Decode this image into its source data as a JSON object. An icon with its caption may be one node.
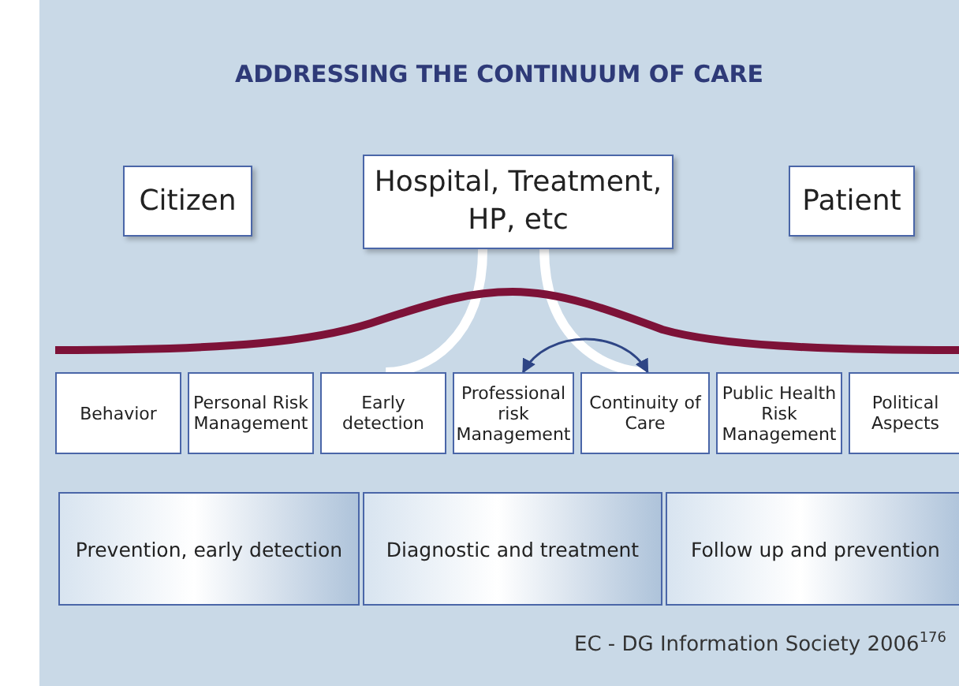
{
  "diagram": {
    "title": "ADDRESSING THE CONTINUUM OF CARE",
    "caption": "EC - DG Information Society 2006$^{176}$",
    "nodes": [
      {
        "text": [
          "Citizen"
        ]
      },
      {
        "text": [
          "Hospital, Treatment, HP, etc"
        ]
      },
      {
        "text": [
          "Patient"
        ]
      },
      {
        "text": [
          "Behavior"
        ]
      },
      {
        "text": [
          "Personal Risk Management"
        ]
      },
      {
        "text": [
          "Early detection"
        ]
      },
      {
        "text": [
          "Professional risk Management"
        ]
      },
      {
        "text": [
          "Continuity of Care"
        ]
      },
      {
        "text": [
          "Public Health Risk Management"
        ]
      },
      {
        "text": [
          "Political Aspects"
        ]
      },
      {
        "text": [
          "Prevention, early detection"
        ]
      },
      {
        "text": [
          "Diagnostic and treatment"
        ]
      },
      {
        "text": [
          "Follow up and prevention"
        ]
      }
    ],
    "edges": [
      {
        "from": 1,
        "to": 5,
        "arrow": "none"
      },
      {
        "from": 1,
        "to": 7,
        "arrow": "none"
      },
      {
        "from": 6,
        "to": 7,
        "arrow": "both",
        "color": "#2e4585"
      }
    ]
  }
}
